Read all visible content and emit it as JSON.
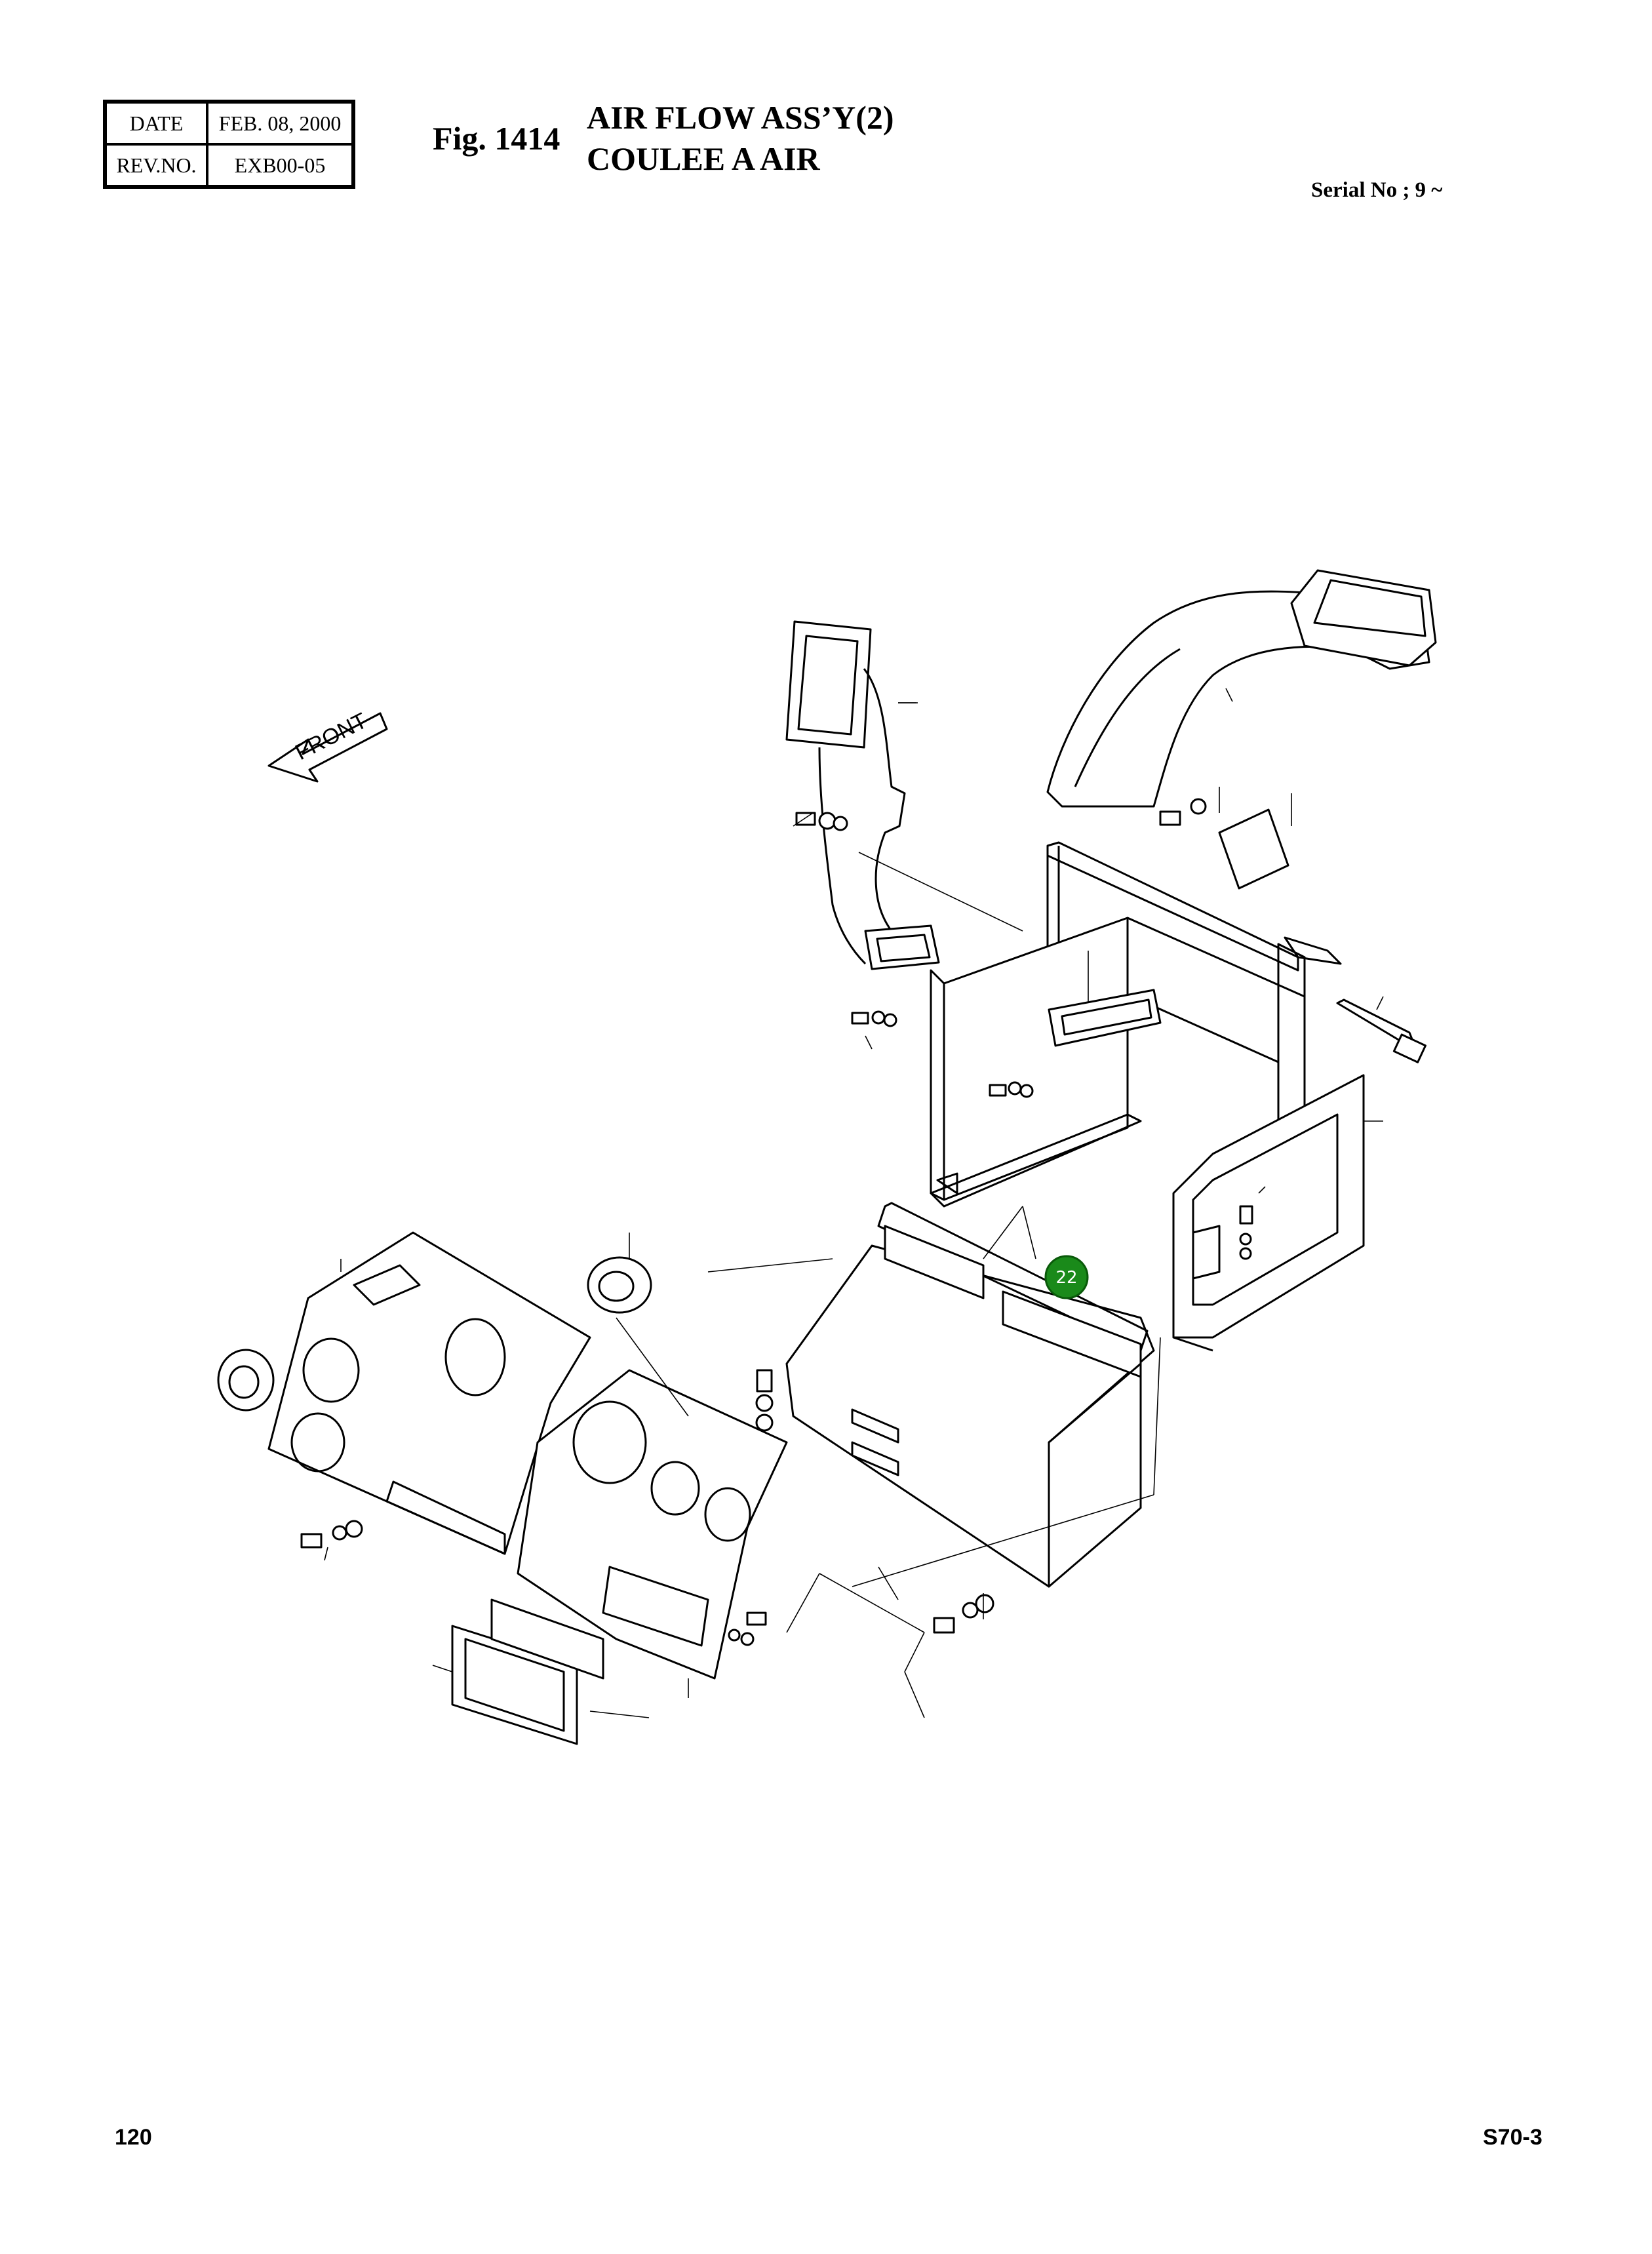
{
  "header": {
    "date_label": "DATE",
    "date_value": "FEB. 08, 2000",
    "rev_label": "REV.NO.",
    "rev_value": "EXB00-05",
    "fig_no": "Fig. 1414",
    "title_en": "AIR FLOW ASS’Y(2)",
    "title_fr": "COULEE A AIR",
    "serial": "Serial No ; 9 ~"
  },
  "diagram": {
    "front_arrow_label": "FRONT",
    "callout": {
      "label": "22",
      "color": "#1a8a1a"
    }
  },
  "footer": {
    "page_number": "120",
    "model": "S70-3"
  }
}
